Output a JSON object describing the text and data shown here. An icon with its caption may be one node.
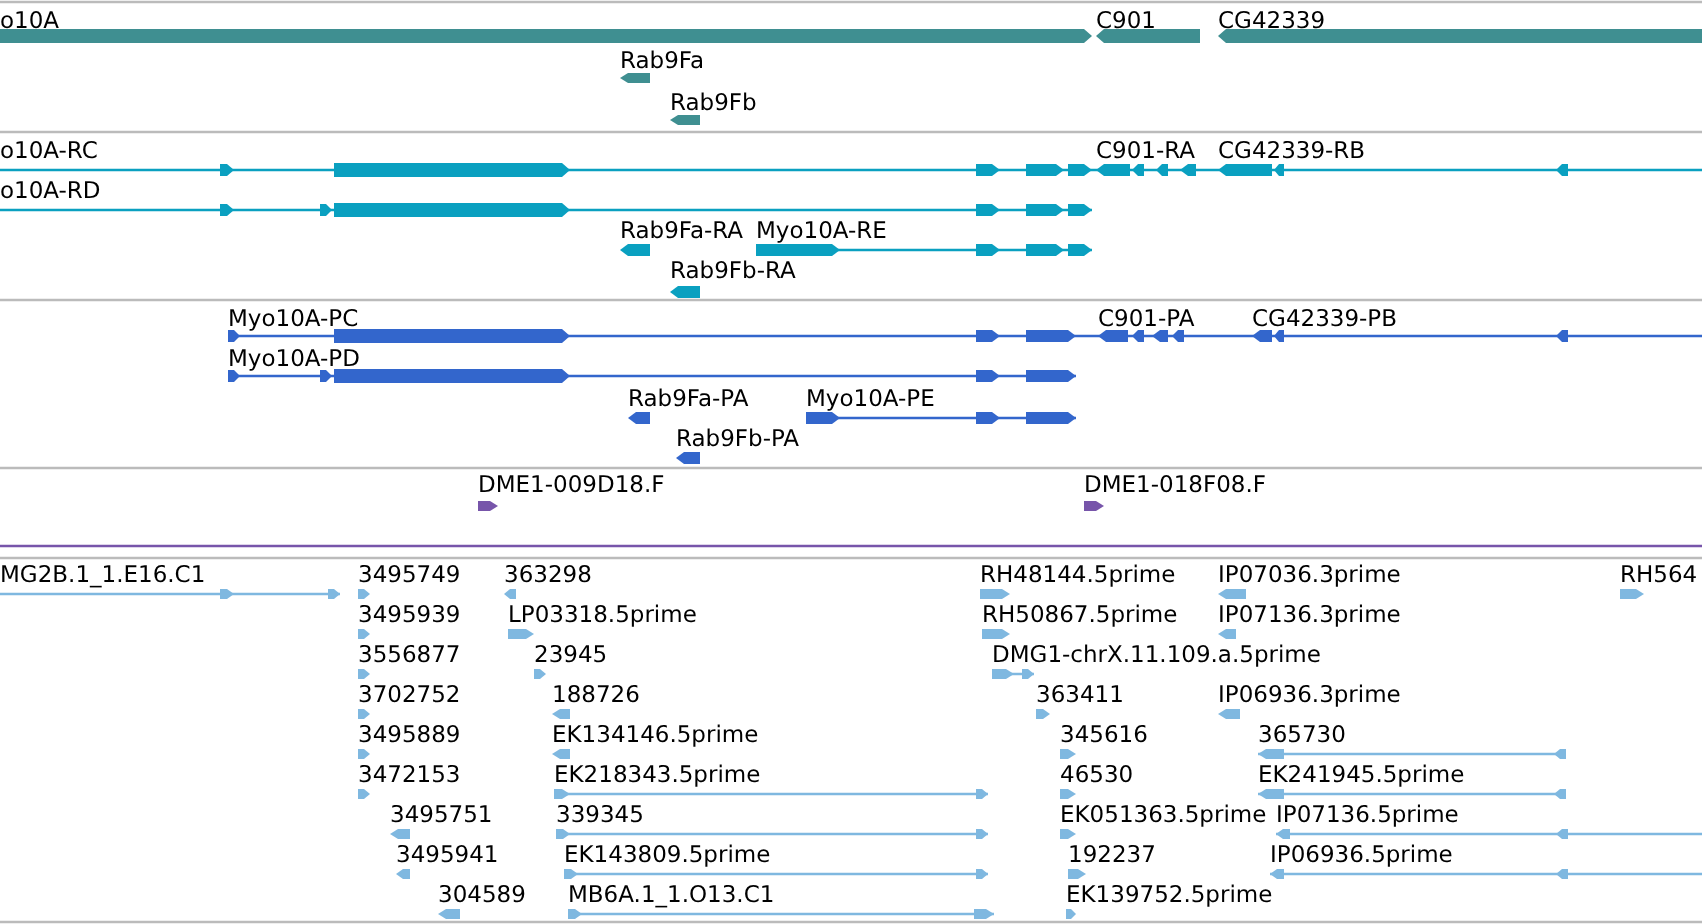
{
  "diagram": {
    "labels": [
      "o10A",
      "C901",
      "CG42339",
      "Rab9Fa",
      "Rab9Fb",
      "o10A-RC",
      "C901-RA",
      "CG42339-RB",
      "o10A-RD",
      "Rab9Fa-RA",
      "Myo10A-RE",
      "Rab9Fb-RA",
      "Myo10A-PC",
      "C901-PA",
      "CG42339-PB",
      "Myo10A-PD",
      "Rab9Fa-PA",
      "Myo10A-PE",
      "Rab9Fb-PA",
      "DME1-009D18.F",
      "DME1-018F08.F",
      "MG2B.1_1.E16.C1",
      "3495749",
      "363298",
      "RH48144.5prime",
      "IP07036.3prime",
      "RH564",
      "3495939",
      "LP03318.5prime",
      "RH50867.5prime",
      "IP07136.3prime",
      "3556877",
      "23945",
      "DMG1-chrX.11.109.a.5prime",
      "3702752",
      "188726",
      "363411",
      "IP06936.3prime",
      "3495889",
      "EK134146.5prime",
      "345616",
      "365730",
      "3472153",
      "EK218343.5prime",
      "46530",
      "EK241945.5prime",
      "3495751",
      "339345",
      "EK051363.5prime",
      "IP07136.5prime",
      "3495941",
      "EK143809.5prime",
      "192237",
      "IP06936.5prime",
      "304589",
      "MB6A.1_1.O13.C1",
      "EK139752.5prime"
    ]
  }
}
